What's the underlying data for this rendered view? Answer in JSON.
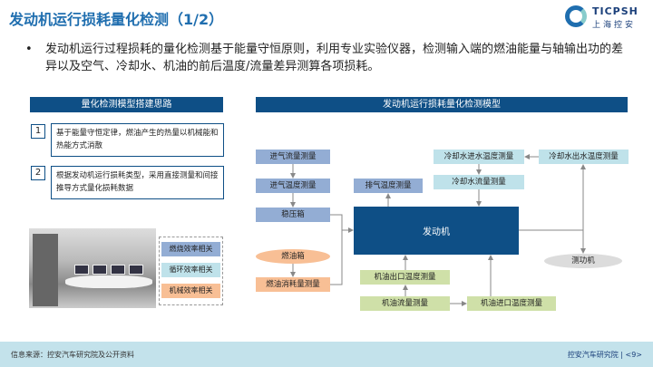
{
  "header": {
    "title": "发动机运行损耗量化检测（1/2）",
    "logo_text": "TICPSH",
    "logo_subtext": "上海控安"
  },
  "bullet": {
    "marker": "•",
    "text": "发动机运行过程损耗的量化检测基于能量守恒原则，利用专业实验仪器，检测输入端的燃油能量与轴输出功的差异以及空气、冷却水、机油的前后温度/流量差异测算各项损耗。"
  },
  "left": {
    "header": "量化检测模型搭建思路",
    "steps": [
      {
        "num": "1",
        "text": "基于能量守恒定律，燃油产生的热量以机械能和热能方式消散"
      },
      {
        "num": "2",
        "text": "根据发动机运行损耗类型，采用直接测量和间接推导方式量化损耗数据"
      }
    ],
    "legend": [
      "燃烧效率相关",
      "循环效率相关",
      "机械效率相关"
    ]
  },
  "diagram": {
    "header": "发动机运行损耗量化检测模型",
    "nodes": {
      "intake_flow": "进气流量测量",
      "intake_temp": "进气温度测量",
      "plenum": "稳压箱",
      "fuel_tank": "燃油箱",
      "fuel_consumption": "燃油消耗量测量",
      "exhaust_temp": "排气温度测量",
      "coolant_in_temp": "冷却水进水温度测量",
      "coolant_out_temp": "冷却水出水温度测量",
      "coolant_flow": "冷却水流量测量",
      "engine": "发动机",
      "dyno": "测功机",
      "oil_out_temp": "机油出口温度测量",
      "oil_flow": "机油流量测量",
      "oil_in_temp": "机油进口温度测量"
    }
  },
  "footer": {
    "source": "信息来源：控安汽车研究院及公开资料",
    "org": "控安汽车研究院",
    "page": "<9>"
  },
  "colors": {
    "primary": "#0e4f86",
    "combustion": "#93add4",
    "cycle": "#bfe2ea",
    "mechanical": "#f8bf95",
    "oil": "#cfe0a8"
  }
}
